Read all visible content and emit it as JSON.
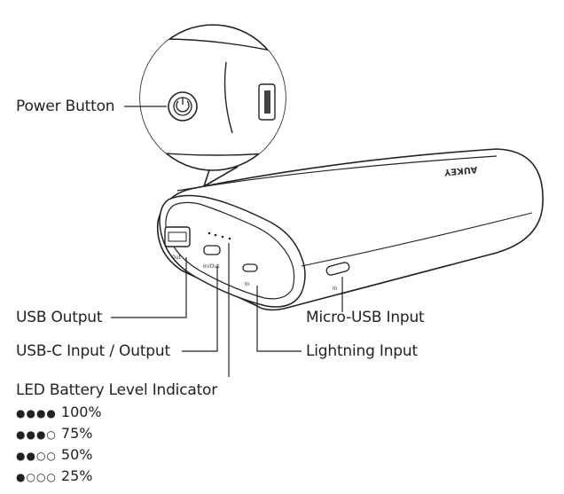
{
  "labels": {
    "power_button": "Power Button",
    "usb_output": "USB Output",
    "usbc": "USB-C Input / Output",
    "led": "LED Battery Level Indicator",
    "micro_usb": "Micro-USB Input",
    "lightning": "Lightning Input"
  },
  "device": {
    "brand": "AUKEY",
    "port_out": "Out",
    "port_inout": "In/Out",
    "port_in": "In",
    "port_micro_in": "In"
  },
  "led_levels": [
    {
      "dots": "●●●●",
      "percent": "100%"
    },
    {
      "dots": "●●●○",
      "percent": "75%"
    },
    {
      "dots": "●●○○",
      "percent": "50%"
    },
    {
      "dots": "●○○○",
      "percent": "25%"
    }
  ]
}
